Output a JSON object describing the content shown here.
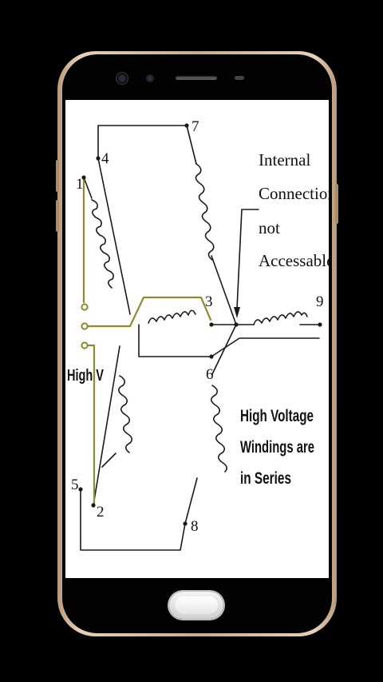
{
  "diagram": {
    "terminals": {
      "t1": "1",
      "t2": "2",
      "t3": "3",
      "t4": "4",
      "t5": "5",
      "t6": "6",
      "t7": "7",
      "t8": "8",
      "t9": "9"
    },
    "internal_note": {
      "line1": "Internal",
      "line2": "Connection",
      "line3": "not",
      "line4": "Accessable"
    },
    "supply_label": "High V",
    "caption": {
      "line1": "High Voltage",
      "line2": "Windings are",
      "line3": "in  Series"
    }
  },
  "colors": {
    "wire": "#1a1a1a",
    "supply_wire": "#8f8a2b",
    "screen_bg": "#ffffff",
    "bezel_trim": "#d9c2a4"
  },
  "icons": {
    "camera": "front-camera-icon",
    "sensor": "sensor-icon",
    "speaker": "earpiece-speaker",
    "home": "home-button"
  }
}
